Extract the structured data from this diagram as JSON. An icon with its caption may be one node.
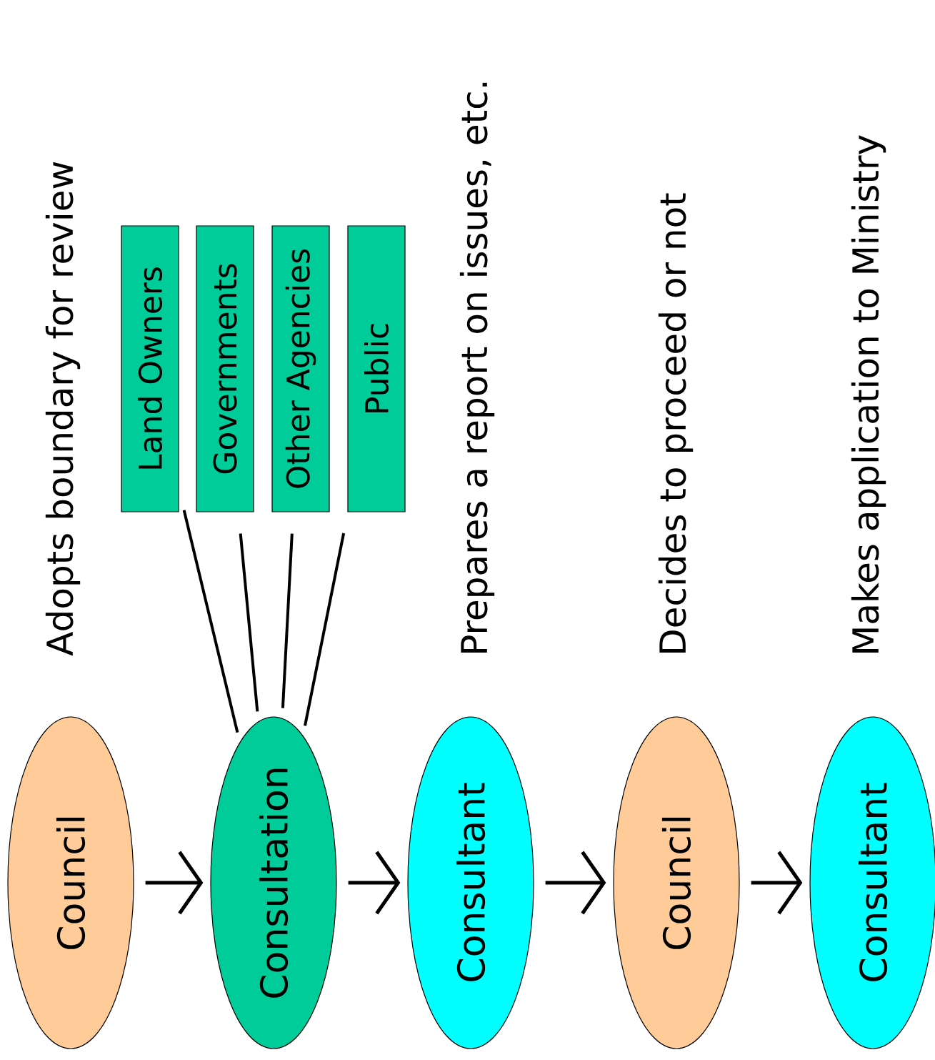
{
  "diagram": {
    "nodes": [
      {
        "text": [
          "Council"
        ],
        "beside": [
          "Adopts boundary for review"
        ]
      },
      {
        "text": [
          "Consultation"
        ]
      },
      {
        "text": [
          "Consultant"
        ],
        "beside": [
          "Prepares a report on issues, etc."
        ]
      },
      {
        "text": [
          "Council"
        ],
        "beside": [
          "Decides to proceed or not"
        ]
      },
      {
        "text": [
          "Consultant"
        ],
        "beside": [
          "Makes application to Ministry"
        ]
      },
      {
        "text": [
          "Land Owners"
        ]
      },
      {
        "text": [
          "Governments"
        ]
      },
      {
        "text": [
          "Other Agencies"
        ]
      },
      {
        "text": [
          "Public"
        ]
      }
    ],
    "edges": [
      {
        "from": 0,
        "to": 1,
        "arrow": "to"
      },
      {
        "from": 1,
        "to": 2,
        "arrow": "to"
      },
      {
        "from": 2,
        "to": 3,
        "arrow": "to"
      },
      {
        "from": 3,
        "to": 4,
        "arrow": "to"
      },
      {
        "from": 5,
        "to": 1,
        "arrow": "none"
      },
      {
        "from": 6,
        "to": 1,
        "arrow": "none"
      },
      {
        "from": 7,
        "to": 1,
        "arrow": "none"
      },
      {
        "from": 8,
        "to": 1,
        "arrow": "none"
      }
    ]
  }
}
